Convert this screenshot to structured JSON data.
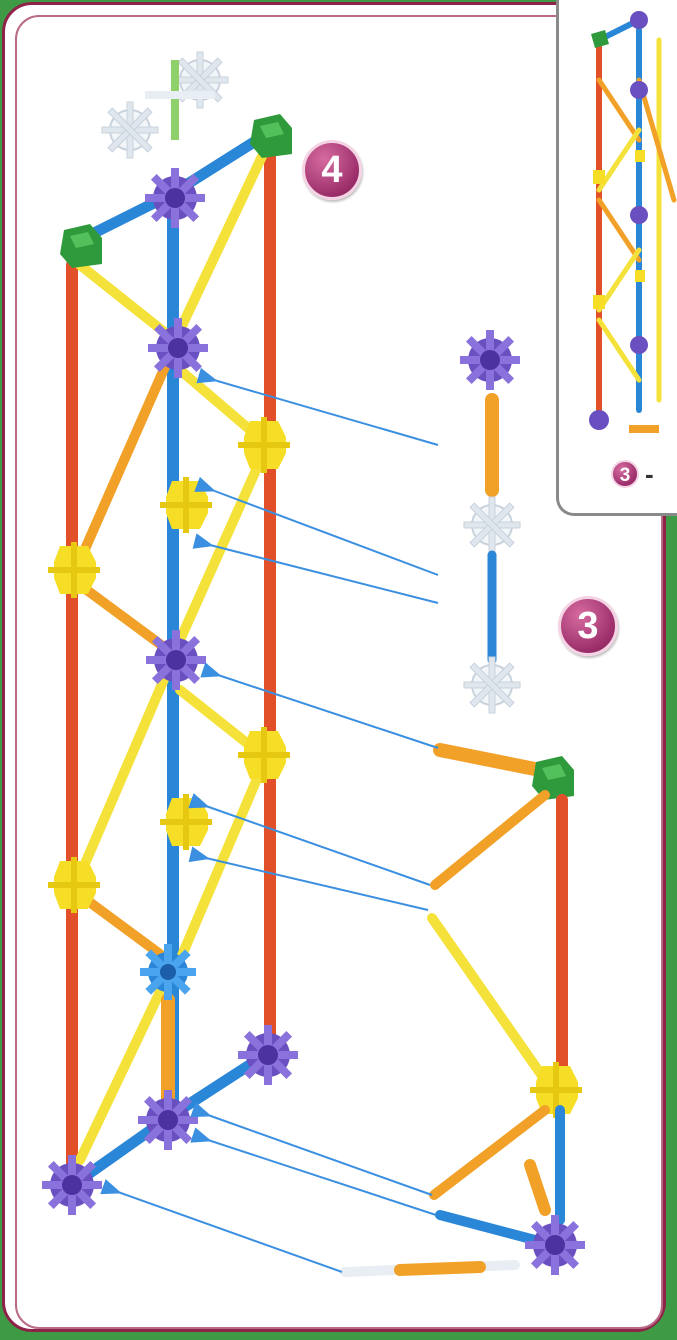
{
  "page": {
    "step_main": "4",
    "step_sub": "3",
    "inset_step": "3",
    "inset_dash": "-"
  },
  "colors": {
    "frame": "#8e2348",
    "background": "#3f9a46",
    "red_rod": "#e2502a",
    "blue_rod": "#2a86d6",
    "yellow_rod": "#f4e23a",
    "orange_rod": "#f2a128",
    "purple_connector": "#6a4fc0",
    "green_connector": "#2f9a3b",
    "yellow_connector": "#f5de25",
    "white_connector": "#e8eef4",
    "arrow": "#3b8fe0"
  },
  "icons": [
    "step-badge",
    "assembly-arrow"
  ]
}
